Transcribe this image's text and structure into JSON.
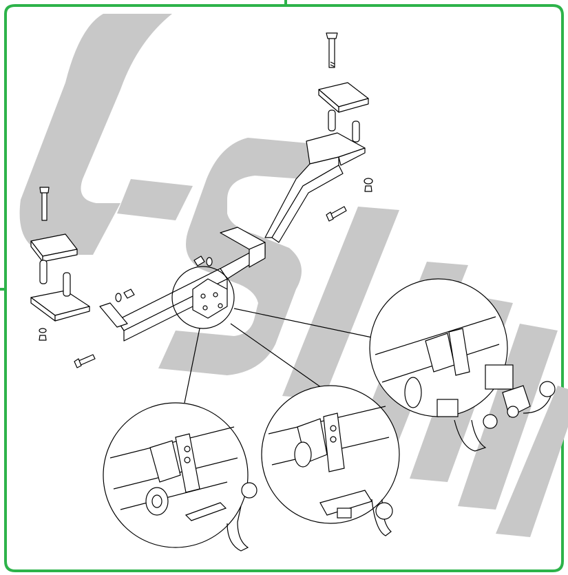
{
  "frame": {
    "border_color": "#2db34a"
  },
  "watermark": {
    "text": "C-SIM",
    "color": "#c8c8c8"
  },
  "parts": {
    "bolts": 3,
    "clamp_plates": 4,
    "spacer_tubes": 4,
    "nuts": 4
  },
  "details": [
    {
      "id": "detail-fixed-ball"
    },
    {
      "id": "detail-vertical-detachable"
    },
    {
      "id": "detail-horizontal-detachable"
    }
  ]
}
